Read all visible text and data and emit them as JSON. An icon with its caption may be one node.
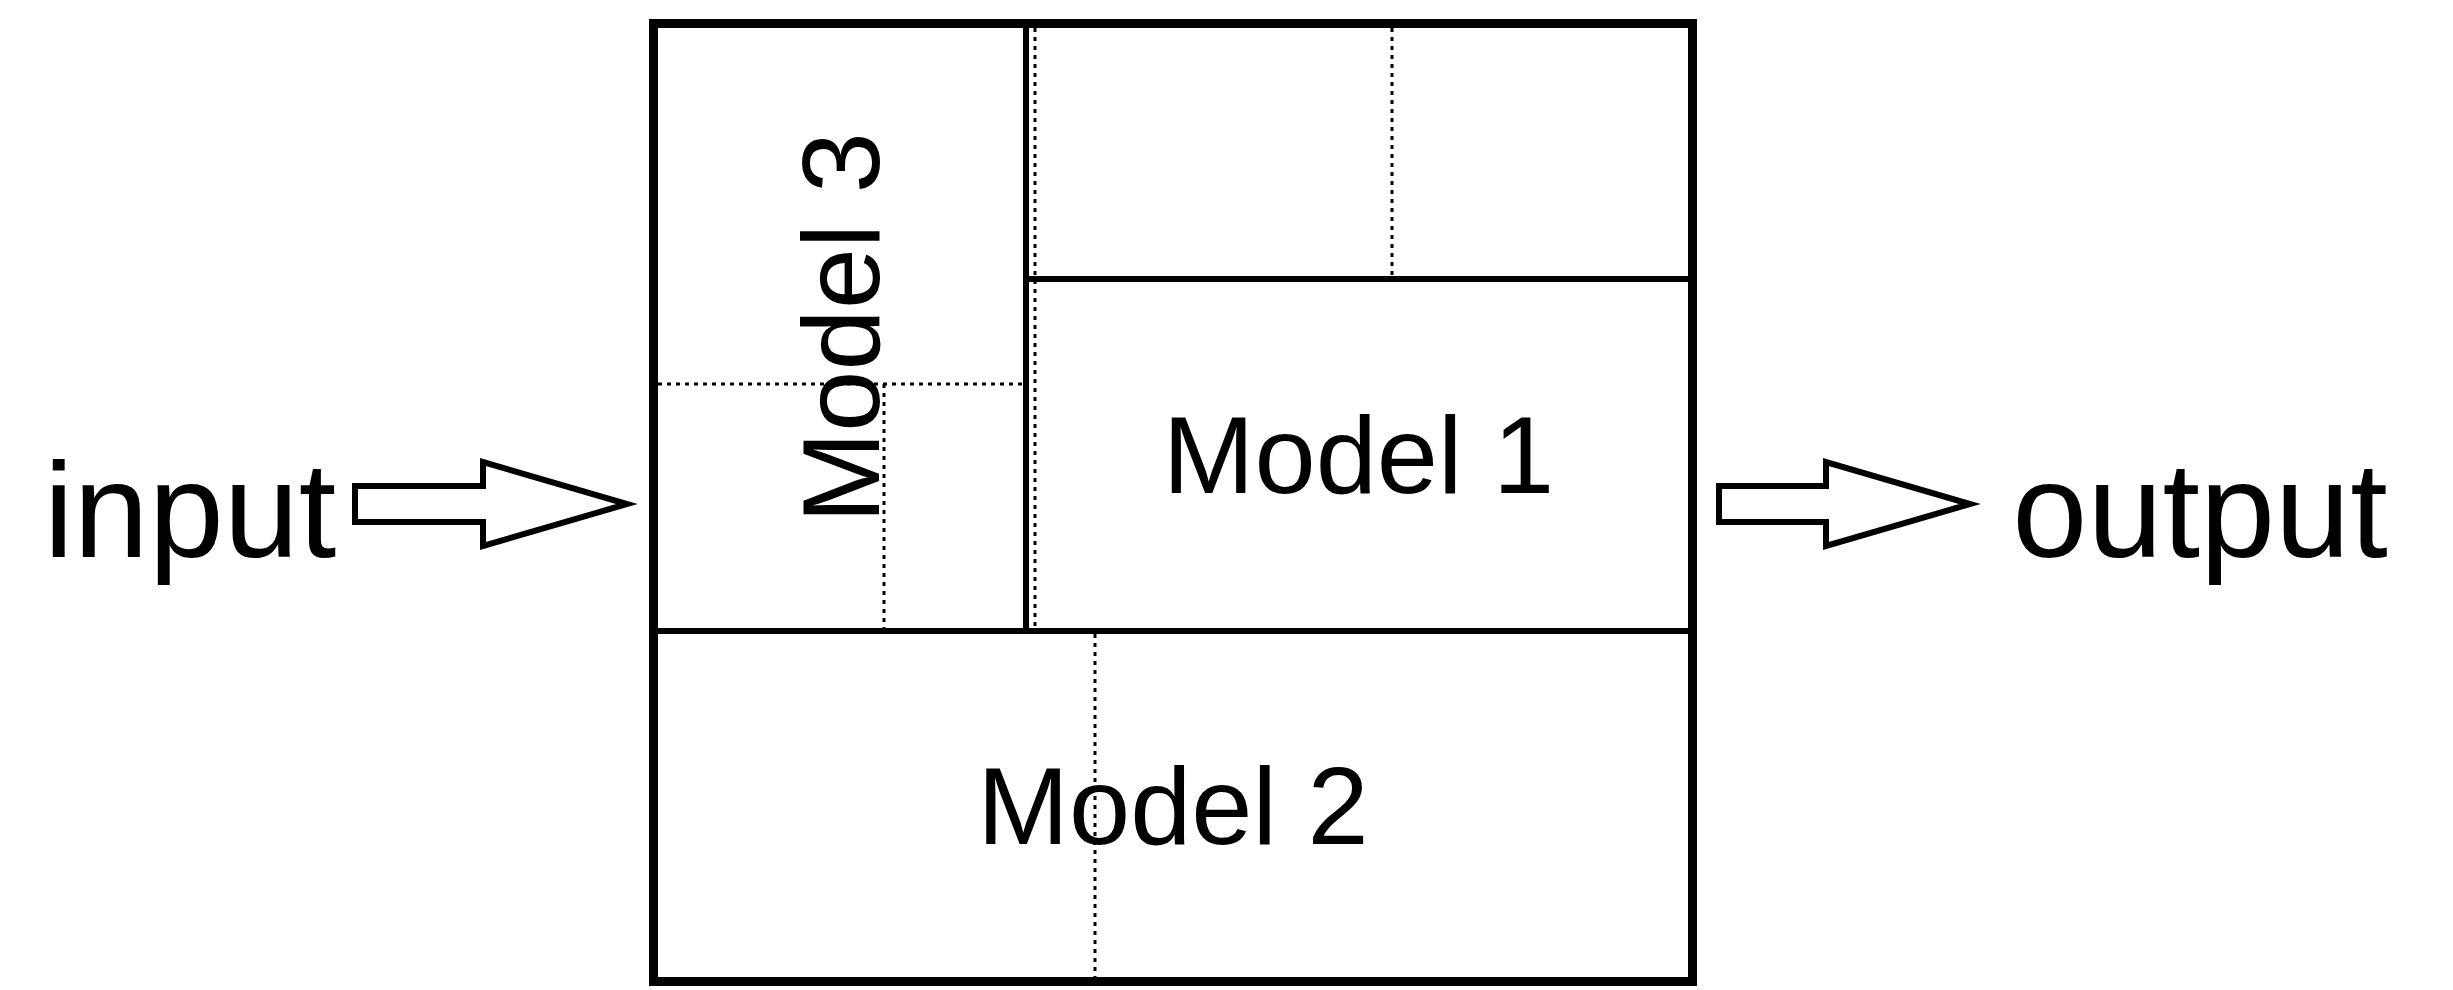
{
  "diagram": {
    "nodes": [
      {
        "text": [
          "input"
        ]
      },
      {
        "text": [],
        "shape": "box"
      },
      {
        "text": [
          "Model 3"
        ],
        "in": 1
      },
      {
        "text": [],
        "shape": "box",
        "in": 1
      },
      {
        "text": [
          "Model 1"
        ],
        "in": 1
      },
      {
        "text": [
          "Model 2"
        ],
        "in": 1
      },
      {
        "text": [
          "output"
        ]
      }
    ],
    "edges": [
      {
        "from": 0,
        "to": 1,
        "arrow": "to"
      },
      {
        "from": 1,
        "to": 6,
        "arrow": "to"
      }
    ]
  }
}
